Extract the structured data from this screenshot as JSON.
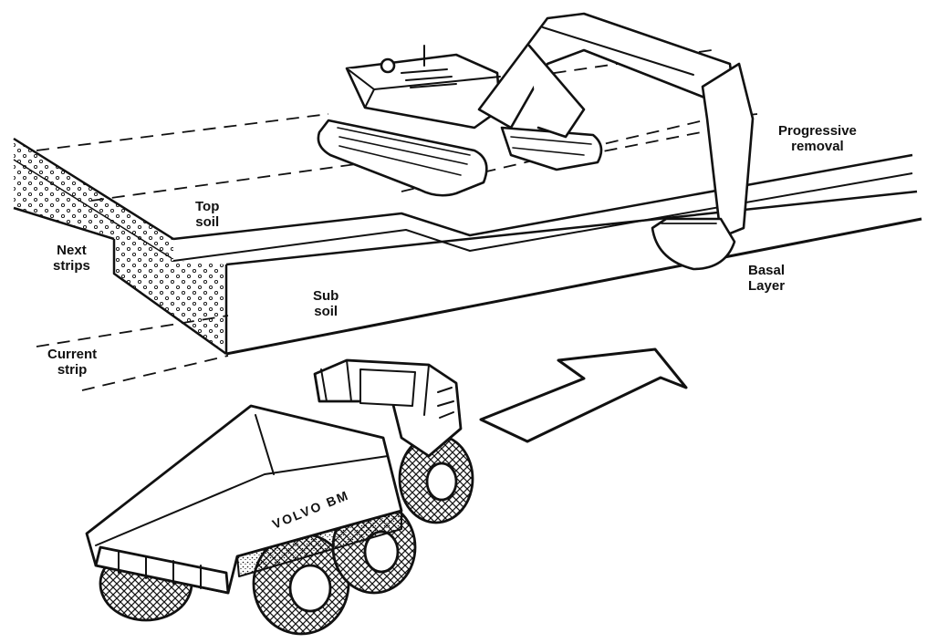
{
  "labels": {
    "top_soil": [
      "Top",
      "soil"
    ],
    "next_strips": [
      "Next",
      "strips"
    ],
    "sub_soil": [
      "Sub",
      "soil"
    ],
    "current_strip": [
      "Current",
      "strip"
    ],
    "progressive_removal": [
      "Progressive",
      "removal"
    ],
    "basal_layer": [
      "Basal",
      "Layer"
    ],
    "truck_brand": "VOLVO BM"
  },
  "colors": {
    "ink": "#111111",
    "paper": "#ffffff"
  },
  "icons": {
    "excavator": "excavator-illustration",
    "dump_truck": "articulated-dump-truck-illustration",
    "arrow": "direction-arrow"
  }
}
